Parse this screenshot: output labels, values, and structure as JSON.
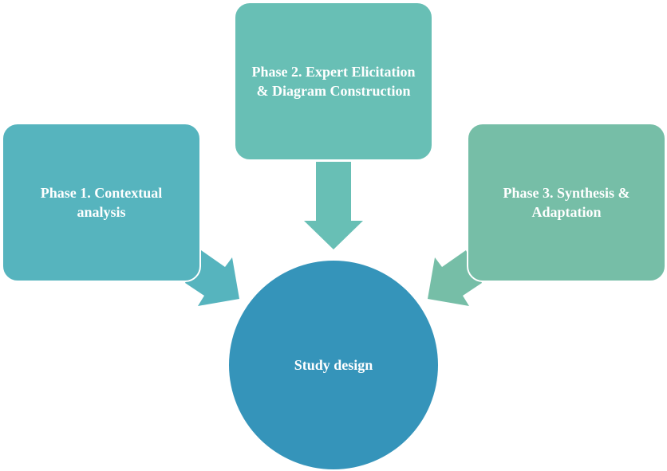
{
  "phases": [
    {
      "label": "Phase 1. Contextual analysis",
      "color": "#56B4BE"
    },
    {
      "label": "Phase 2. Expert Elicitation & Diagram Construction",
      "color": "#68BFB5"
    },
    {
      "label": "Phase 3. Synthesis & Adaptation",
      "color": "#76BEA7"
    }
  ],
  "center": {
    "label": "Study design",
    "color": "#3594BA"
  }
}
